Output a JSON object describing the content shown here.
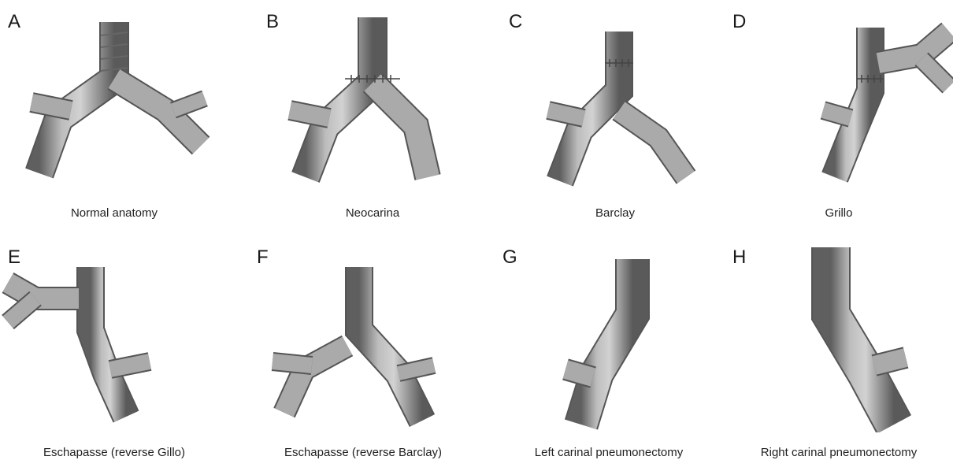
{
  "panels": [
    {
      "letter": "A",
      "caption": "Normal anatomy"
    },
    {
      "letter": "B",
      "caption": "Neocarina"
    },
    {
      "letter": "C",
      "caption": "Barclay"
    },
    {
      "letter": "D",
      "caption": "Grillo"
    },
    {
      "letter": "E",
      "caption": "Eschapasse (reverse Gillo)"
    },
    {
      "letter": "F",
      "caption": "Eschapasse (reverse Barclay)"
    },
    {
      "letter": "G",
      "caption": "Left carinal pneumonectomy"
    },
    {
      "letter": "H",
      "caption": "Right carinal pneumonectomy"
    }
  ]
}
